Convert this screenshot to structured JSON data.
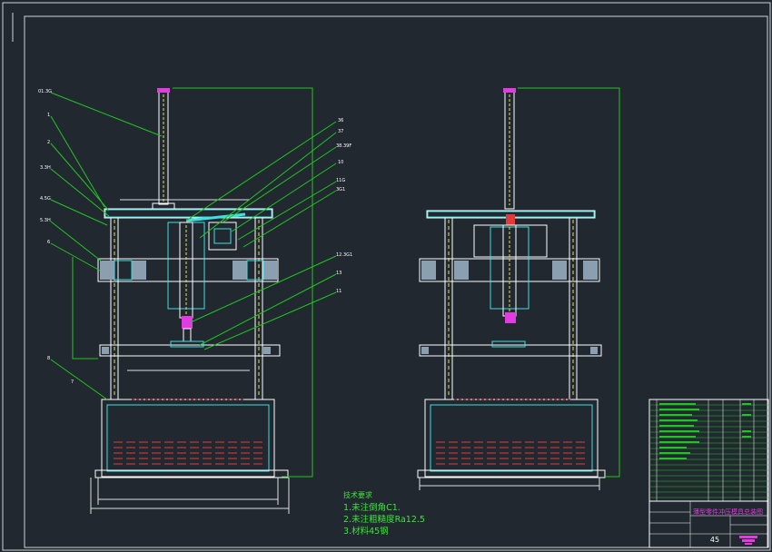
{
  "drawing": {
    "background": "#212830",
    "colors": {
      "frame": "#cfd3d8",
      "outline": "#ffffff",
      "leader": "#21c521",
      "cyan": "#3fe0e0",
      "yellow": "#e6e04a",
      "red": "#e03b3b",
      "magenta": "#e13ce0",
      "hatch": "#8aa0b0",
      "dim": "#e0e0e0"
    },
    "labels": [
      "01.3G",
      "1",
      "2",
      "3.3H",
      "4.5G",
      "5.3H",
      "6",
      "7",
      "8",
      "36",
      "37",
      "38.39F",
      "10",
      "11G",
      "3G1",
      "12.3G1",
      "13",
      "11"
    ]
  },
  "notes": {
    "title": "技术要求",
    "items": [
      "1.未注倒角C1.",
      "2.未注粗糙度Ra12.5",
      "3.材料45钢"
    ]
  },
  "title_block": {
    "title": "薄型零件冲压模具总装图",
    "sheet": "45"
  }
}
